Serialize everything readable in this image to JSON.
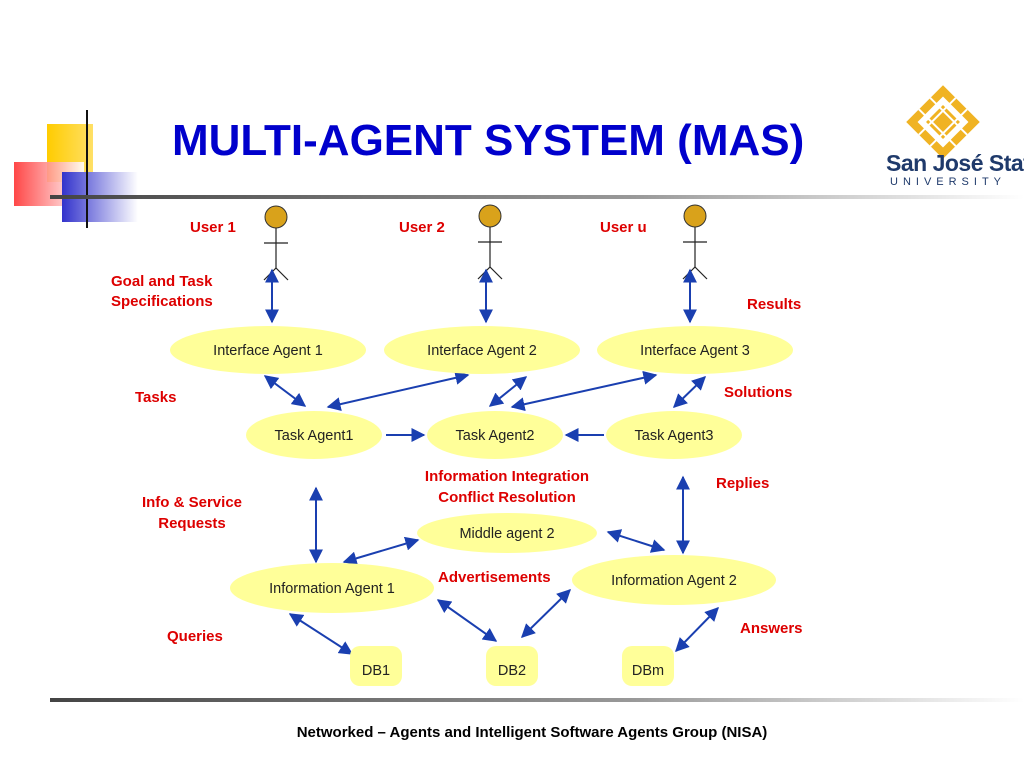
{
  "slide": {
    "title": "MULTI-AGENT SYSTEM (MAS)",
    "footer": "Networked – Agents and Intelligent Software Agents Group (NISA)",
    "logo": {
      "name": "San José State",
      "sub": "UNIVERSITY",
      "icon": "sjsu-diamond-logo"
    }
  },
  "users": [
    "User 1",
    "User 2",
    "User u"
  ],
  "interface_agents": [
    "Interface Agent 1",
    "Interface Agent 2",
    "Interface Agent 3"
  ],
  "task_agents": [
    "Task Agent1",
    "Task Agent2",
    "Task Agent3"
  ],
  "middle_agent": "Middle agent 2",
  "information_agents": [
    "Information Agent 1",
    "Information Agent 2"
  ],
  "databases": [
    "DB1",
    "DB2",
    "DBm"
  ],
  "labels": {
    "goal_line1": "Goal and Task",
    "goal_line2": "Specifications",
    "results": "Results",
    "tasks": "Tasks",
    "solutions": "Solutions",
    "integration_line1": "Information Integration",
    "integration_line2": "Conflict Resolution",
    "replies": "Replies",
    "info_line1": "Info & Service",
    "info_line2": "Requests",
    "advertisements": "Advertisements",
    "queries": "Queries",
    "answers": "Answers"
  },
  "colors": {
    "title": "#0000cc",
    "label": "#dd0000",
    "node_fill": "#ffff99",
    "arrow": "#1a3fb0",
    "user_head": "#d9a21b",
    "deco_yellow": "#ffcc00",
    "deco_blue": "#3333cc",
    "deco_red": "#ff5555",
    "logo_gold": "#f0b323",
    "logo_navy": "#1f3a6b"
  }
}
